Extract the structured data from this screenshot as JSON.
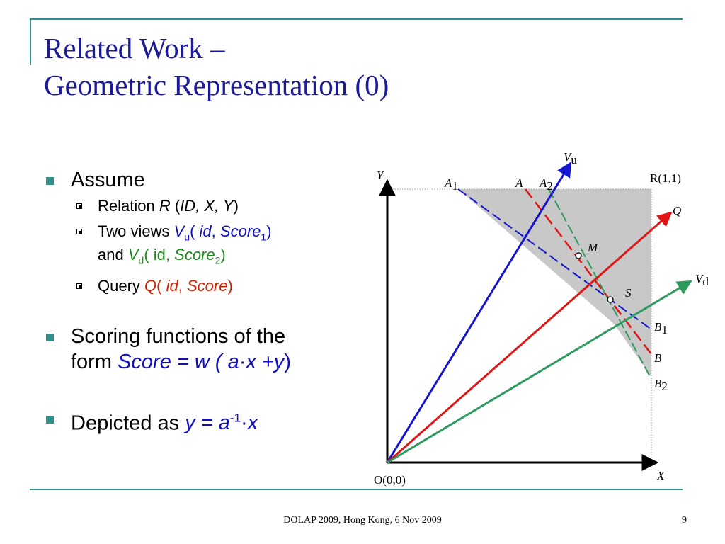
{
  "title": {
    "line1": "Related Work –",
    "line2": "Geometric Representation (0)"
  },
  "bullets": {
    "assume": "Assume",
    "relation_prefix": "Relation",
    "relation_R": "R",
    "relation_args": "ID, X, Y",
    "views_prefix": "Two views",
    "views_Vu": "V",
    "views_u_sub": "u",
    "views_vu_args_a": "id",
    "views_vu_args_b": "Score",
    "views_vu_sub1": "1",
    "views_and": "and",
    "views_Vd": "V",
    "views_d_sub": "d",
    "views_vd_args_a": "id",
    "views_vd_args_b": "Score",
    "views_vd_sub2": "2",
    "query_prefix": "Query",
    "query_Q": "Q",
    "query_args_a": "id",
    "query_args_b": "Score",
    "scoring_line1": "Scoring functions of the",
    "scoring_line2_prefix": "form",
    "scoring_Score": "Score",
    "scoring_eq": "= w ( a",
    "scoring_x": "x +y",
    "depicted_prefix": "Depicted as",
    "depicted_y": "y = a",
    "depicted_exp": "-1",
    "depicted_x": "x"
  },
  "diagram": {
    "labels": {
      "Y": "Y",
      "X": "X",
      "O": "O(0,0)",
      "R": "R(1,1)",
      "A1": "A",
      "A1_sub": "1",
      "A": "A",
      "A2": "A",
      "A2_sub": "2",
      "Vu": "V",
      "Vu_sub": "u",
      "Q": "Q",
      "Vd": "V",
      "Vd_sub": "d",
      "M": "M",
      "S": "S",
      "B1": "B",
      "B1_sub": "1",
      "B": "B",
      "B2": "B",
      "B2_sub": "2"
    },
    "colors": {
      "vu": "#1515d0",
      "q": "#e01515",
      "vd": "#2e9a5e",
      "shade": "#c8c8c8"
    }
  },
  "footer": "DOLAP 2009, Hong Kong,  6 Nov 2009",
  "page_number": "9"
}
